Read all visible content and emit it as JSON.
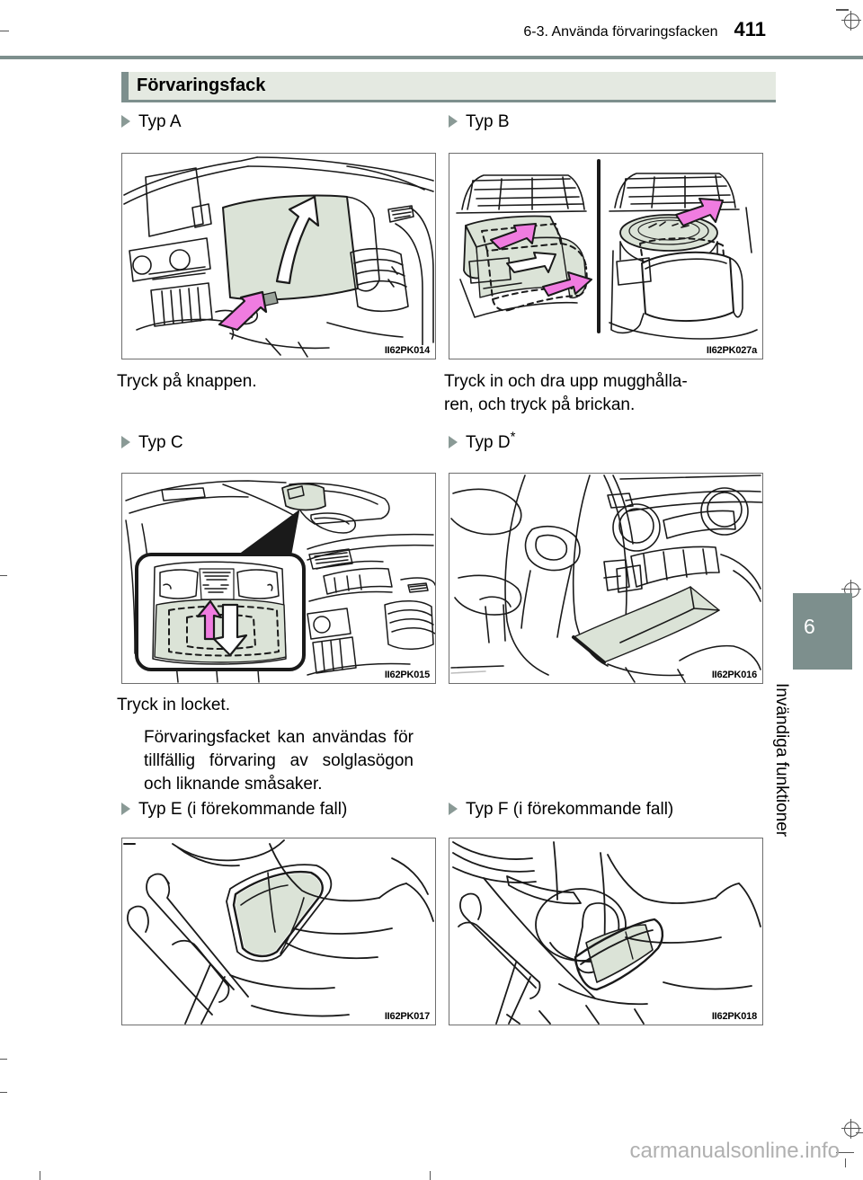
{
  "header": {
    "section_title": "6-3. Använda förvaringsfacken",
    "page_number": "411"
  },
  "section": {
    "title": "Förvaringsfack"
  },
  "items": [
    {
      "id": "typ-a",
      "heading": "Typ A",
      "star": "",
      "figure_code": "II62PK014",
      "caption": "Tryck på knappen."
    },
    {
      "id": "typ-b",
      "heading": "Typ B",
      "star": "",
      "figure_code": "II62PK027a",
      "caption": "Tryck in och dra upp mugghålla-ren, och tryck på brickan."
    },
    {
      "id": "typ-c",
      "heading": "Typ C",
      "star": "",
      "figure_code": "II62PK015",
      "caption": "Tryck in locket.",
      "note": "Förvaringsfacket kan användas för tillfällig förvaring av solglasögon och liknande småsaker."
    },
    {
      "id": "typ-d",
      "heading": "Typ D",
      "star": "*",
      "figure_code": "II62PK016",
      "caption": ""
    },
    {
      "id": "typ-e",
      "heading": "Typ E (i förekommande fall)",
      "star": "",
      "figure_code": "II62PK017",
      "caption": ""
    },
    {
      "id": "typ-f",
      "heading": "Typ F (i förekommande fall)",
      "star": "",
      "figure_code": "II62PK018",
      "caption": ""
    }
  ],
  "captions": {
    "a": "Tryck på knappen.",
    "b_line1": "Tryck in och dra upp mugghålla-",
    "b_line2": "ren, och tryck på brickan.",
    "c": "Tryck in locket.",
    "c_note": "Förvaringsfacket kan användas för tillfällig förvaring av solglasögon och liknande småsaker."
  },
  "chapter": {
    "number": "6",
    "title": "Invändiga funktioner"
  },
  "watermark": "carmanualsonline.info",
  "colors": {
    "accent": "#7d8f8d",
    "bar_fill": "#e4e9e1",
    "highlight_green": "#dbe3d7",
    "arrow_magenta": "#f07ce0",
    "line": "#1a1a1a"
  }
}
